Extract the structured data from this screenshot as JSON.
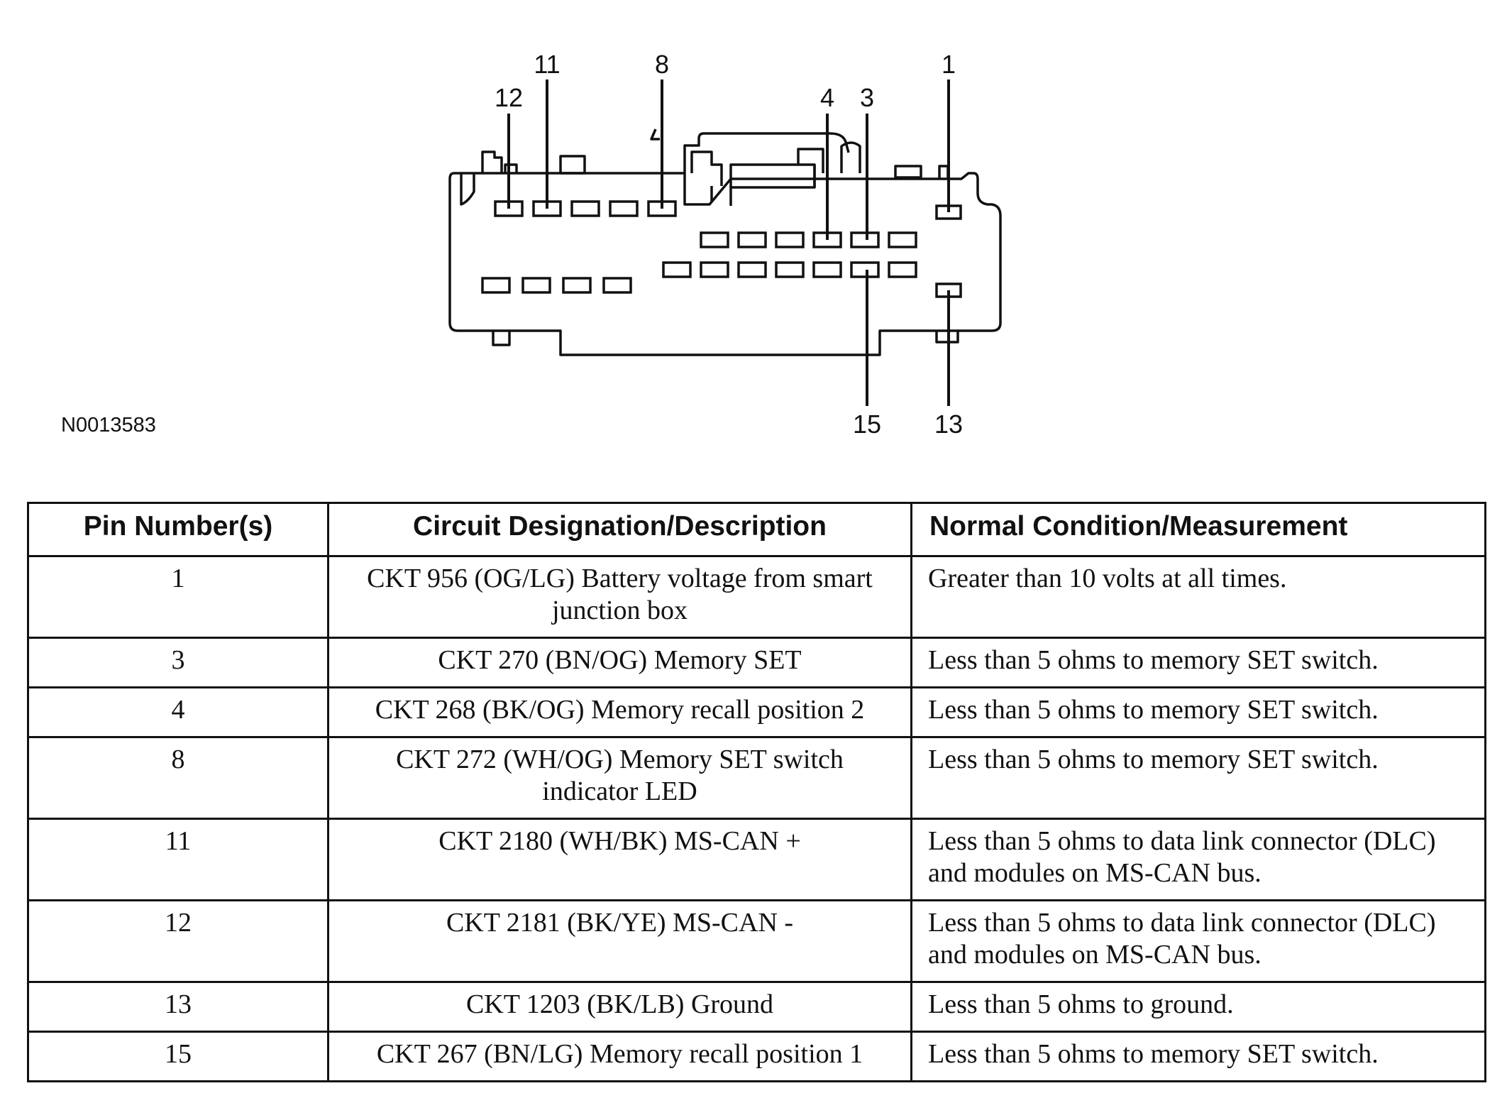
{
  "figure": {
    "code": "N0013583",
    "pin_callouts": [
      "11",
      "8",
      "1",
      "12",
      "4",
      "3",
      "15",
      "13"
    ]
  },
  "table": {
    "headers": [
      "Pin Number(s)",
      "Circuit Designation/Description",
      "Normal Condition/Measurement"
    ],
    "rows": [
      {
        "pin": "1",
        "description": "CKT 956 (OG/LG) Battery voltage from smart junction box",
        "condition": "Greater than 10 volts at all times."
      },
      {
        "pin": "3",
        "description": "CKT 270 (BN/OG) Memory SET",
        "condition": "Less than 5 ohms to memory SET switch."
      },
      {
        "pin": "4",
        "description": "CKT 268 (BK/OG) Memory recall position 2",
        "condition": "Less than 5 ohms to memory SET switch."
      },
      {
        "pin": "8",
        "description": "CKT 272 (WH/OG) Memory SET switch indicator LED",
        "condition": "Less than 5 ohms to memory SET switch."
      },
      {
        "pin": "11",
        "description": "CKT 2180 (WH/BK) MS-CAN +",
        "condition": "Less than 5 ohms to data link connector (DLC) and modules on MS-CAN bus."
      },
      {
        "pin": "12",
        "description": "CKT 2181 (BK/YE) MS-CAN -",
        "condition": "Less than 5 ohms to data link connector (DLC) and modules on MS-CAN bus."
      },
      {
        "pin": "13",
        "description": "CKT 1203 (BK/LB) Ground",
        "condition": "Less than 5 ohms to ground."
      },
      {
        "pin": "15",
        "description": "CKT 267 (BN/LG) Memory recall position 1",
        "condition": "Less than 5 ohms to memory SET switch."
      }
    ]
  }
}
